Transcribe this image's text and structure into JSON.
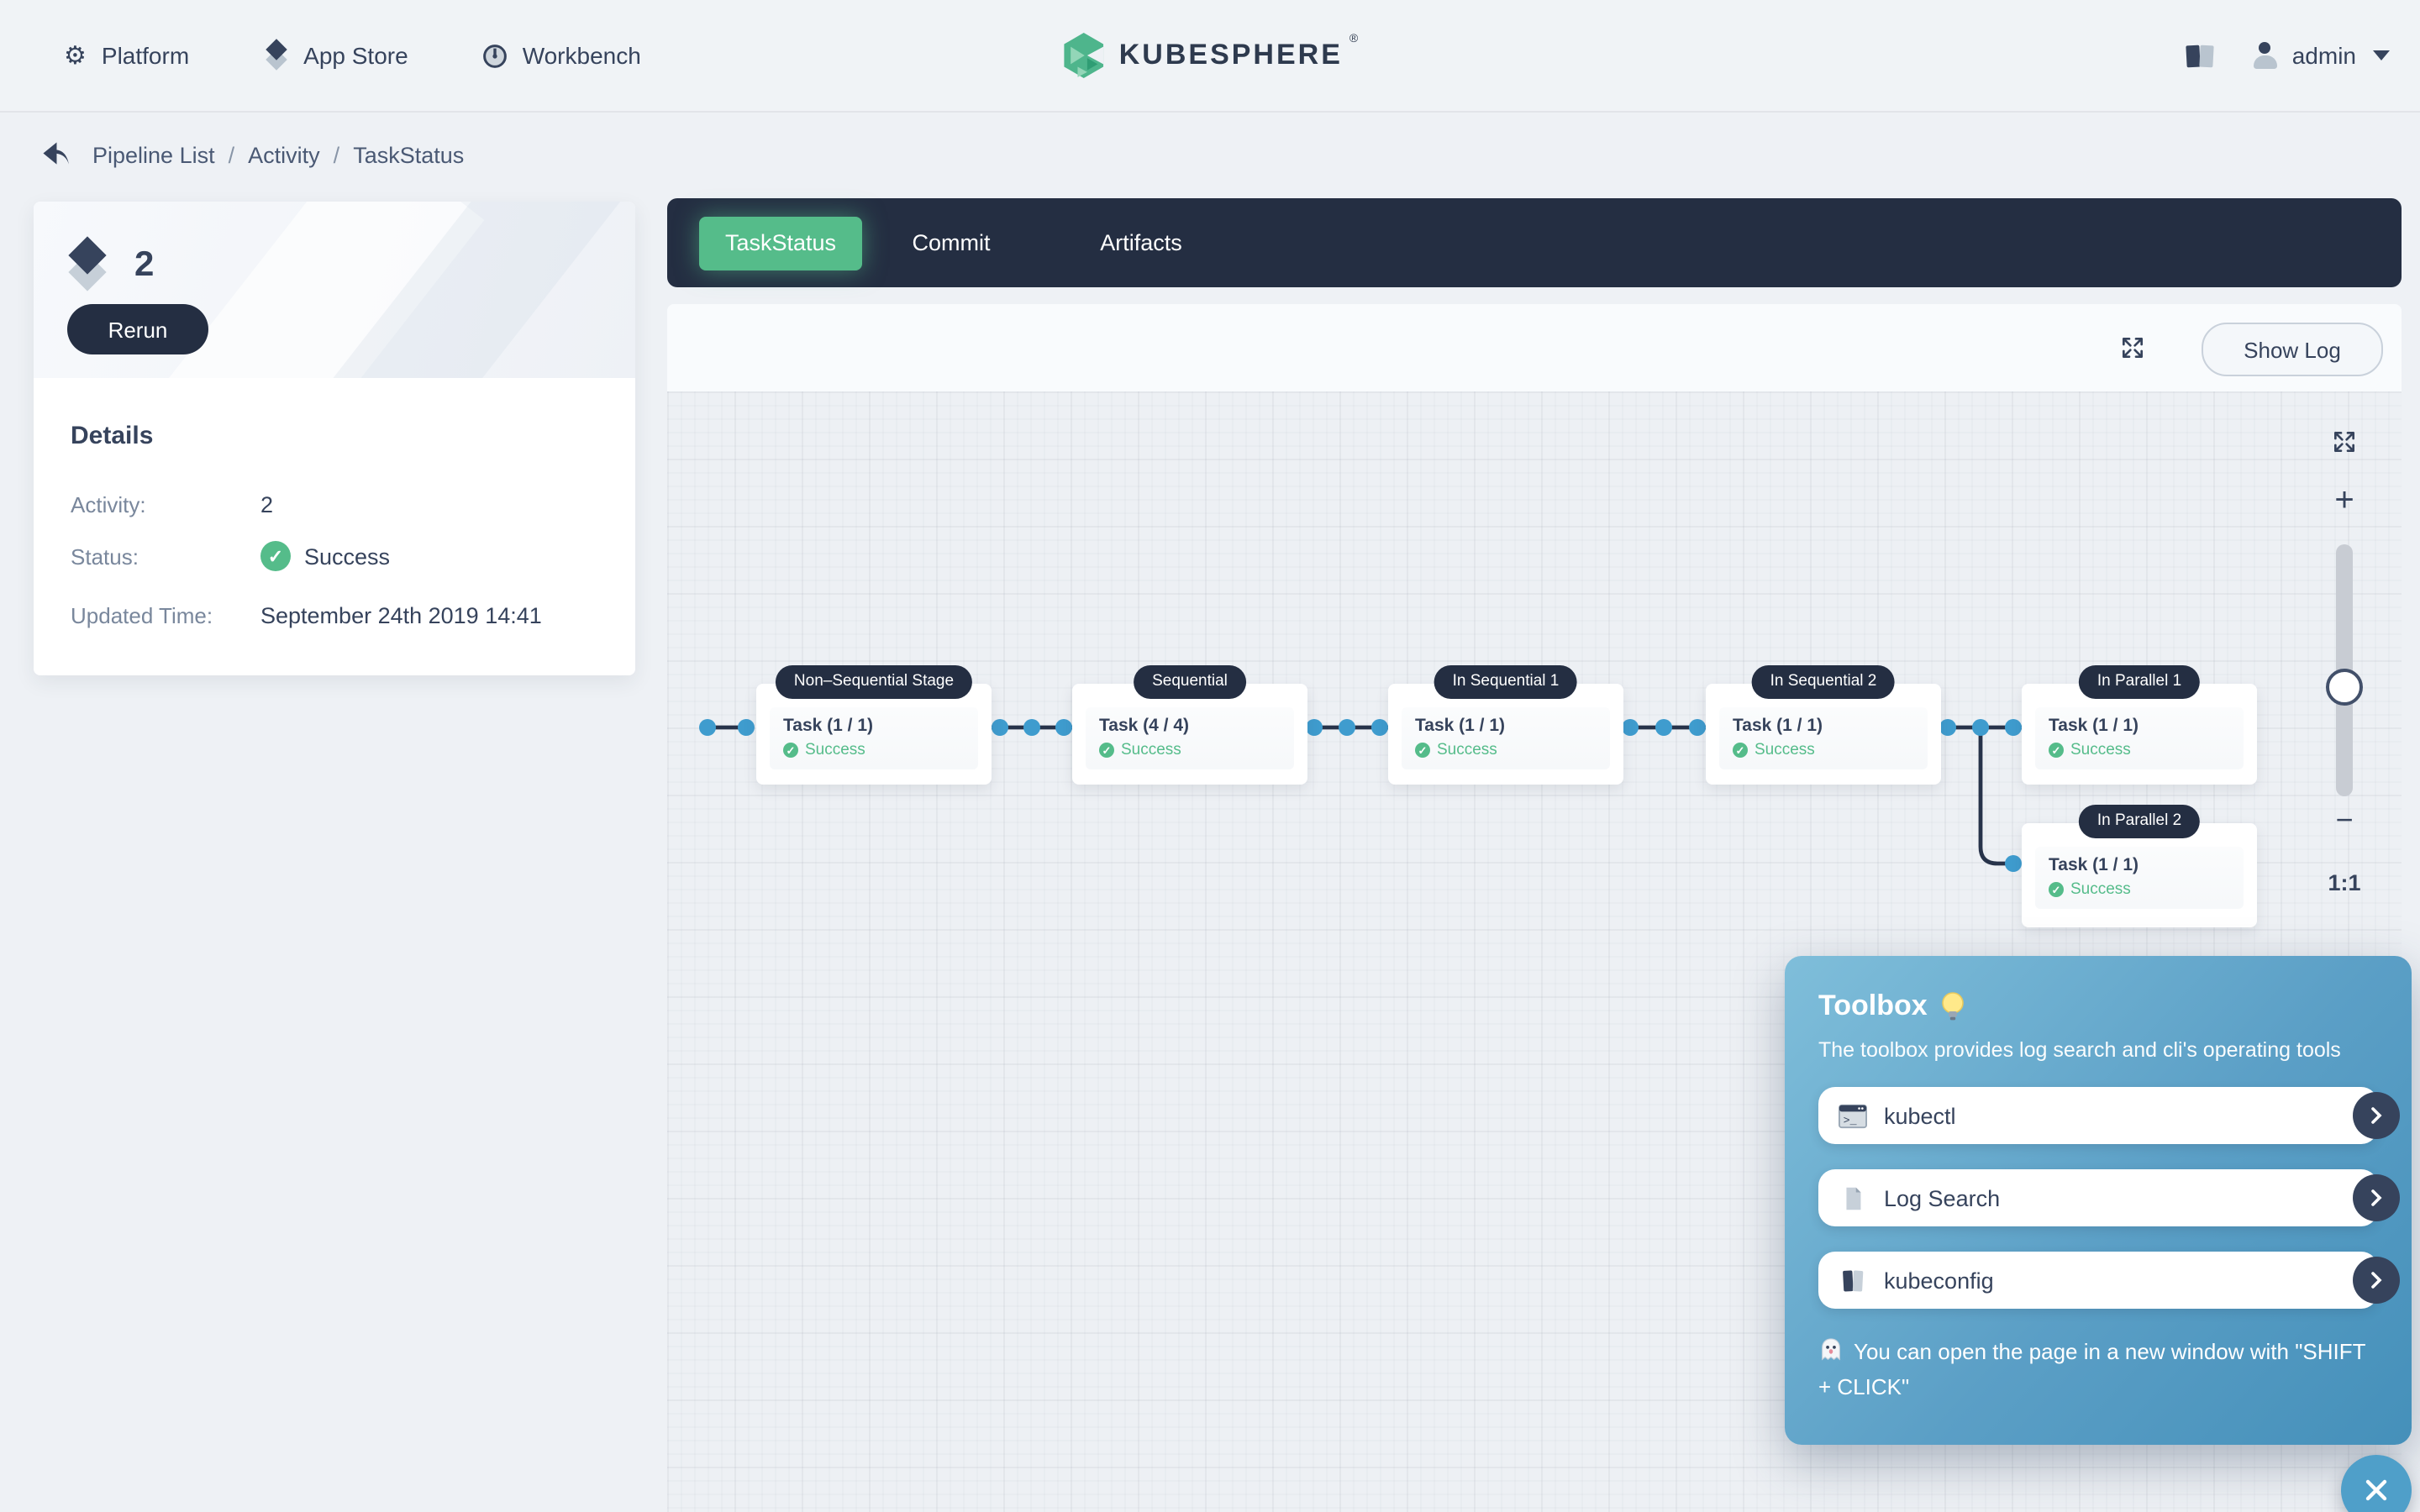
{
  "nav": {
    "items": [
      {
        "label": "Platform",
        "icon": "gear-icon"
      },
      {
        "label": "App Store",
        "icon": "appstore-diamonds-icon"
      },
      {
        "label": "Workbench",
        "icon": "gauge-icon"
      }
    ],
    "logo": {
      "text": "KUBESPHERE",
      "reg": "®",
      "icon": "kubesphere-hexagon-icon"
    },
    "docs_icon": "book-icon",
    "user": {
      "name": "admin",
      "icon": "user-icon"
    }
  },
  "breadcrumb": {
    "back_icon": "back-arrow-icon",
    "items": [
      "Pipeline List",
      "Activity",
      "TaskStatus"
    ],
    "separator": "/"
  },
  "summary_card": {
    "icon": "stacked-diamonds-icon",
    "title": "2",
    "rerun_label": "Rerun",
    "details_title": "Details",
    "fields": [
      {
        "label": "Activity:",
        "value": "2"
      },
      {
        "label": "Status:",
        "value": "Success",
        "icon": "success-check-icon"
      },
      {
        "label": "Updated Time:",
        "value": "September 24th 2019 14:41"
      }
    ]
  },
  "tabs": [
    {
      "label": "TaskStatus",
      "active": true
    },
    {
      "label": "Commit",
      "active": false
    },
    {
      "label": "Artifacts",
      "active": false
    }
  ],
  "toolbar": {
    "expand_icon": "fullscreen-icon",
    "show_log_label": "Show Log"
  },
  "pipeline": {
    "stages": [
      {
        "name": "Non–Sequential Stage",
        "task": "Task (1 / 1)",
        "status": "Success"
      },
      {
        "name": "Sequential",
        "task": "Task (4 / 4)",
        "status": "Success"
      },
      {
        "name": "In Sequential 1",
        "task": "Task (1 / 1)",
        "status": "Success"
      },
      {
        "name": "In Sequential 2",
        "task": "Task (1 / 1)",
        "status": "Success"
      },
      {
        "name": "In Parallel 1",
        "task": "Task (1 / 1)",
        "status": "Success"
      },
      {
        "name": "In Parallel 2",
        "task": "Task (1 / 1)",
        "status": "Success"
      }
    ]
  },
  "zoom_controls": {
    "expand_icon": "fullscreen-icon",
    "zoom_in": "+",
    "zoom_out": "−",
    "ratio": "1:1"
  },
  "toolbox": {
    "title": "Toolbox",
    "title_icon": "bulb-icon",
    "subtitle": "The toolbox provides log search and cli's operating tools",
    "tools": [
      {
        "label": "kubectl",
        "icon": "terminal-icon"
      },
      {
        "label": "Log Search",
        "icon": "document-icon"
      },
      {
        "label": "kubeconfig",
        "icon": "open-book-icon"
      }
    ],
    "hint_icon": "ghost-icon",
    "hint": "You can open the page in a new window with \"SHIFT + CLICK\"",
    "close_icon": "close-x-icon"
  },
  "colors": {
    "accent_green": "#55bc8a",
    "dark_navy": "#242e42",
    "text_dark": "#36435c",
    "text_gray": "#79879c",
    "node_blue": "#3f9cce",
    "line_dark": "#27334a",
    "toolbox_top": "#7fbeda",
    "toolbox_bottom": "#4590ba",
    "close_blue": "#4f9fc9"
  }
}
